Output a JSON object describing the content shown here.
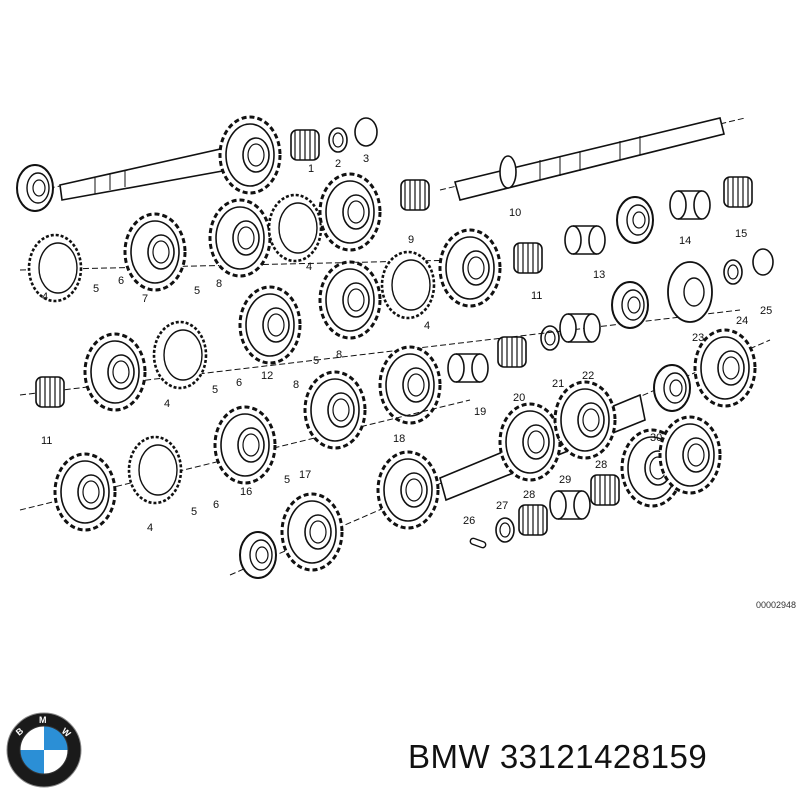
{
  "diagram": {
    "drawing_id": "00002948",
    "callouts": [
      {
        "id": "c1",
        "label": "1"
      },
      {
        "id": "c2",
        "label": "2"
      },
      {
        "id": "c3",
        "label": "3"
      },
      {
        "id": "c4a",
        "label": "4"
      },
      {
        "id": "c5a",
        "label": "5"
      },
      {
        "id": "c6a",
        "label": "6"
      },
      {
        "id": "c7",
        "label": "7"
      },
      {
        "id": "c8a",
        "label": "8"
      },
      {
        "id": "c5b",
        "label": "5"
      },
      {
        "id": "c4b",
        "label": "4"
      },
      {
        "id": "c9",
        "label": "9"
      },
      {
        "id": "c10",
        "label": "10"
      },
      {
        "id": "c11a",
        "label": "11"
      },
      {
        "id": "c13",
        "label": "13"
      },
      {
        "id": "c14",
        "label": "14"
      },
      {
        "id": "c15",
        "label": "15"
      },
      {
        "id": "c8b",
        "label": "8"
      },
      {
        "id": "c4c",
        "label": "4"
      },
      {
        "id": "c23",
        "label": "23"
      },
      {
        "id": "c24",
        "label": "24"
      },
      {
        "id": "c25",
        "label": "25"
      },
      {
        "id": "c11b",
        "label": "11"
      },
      {
        "id": "c4d",
        "label": "4"
      },
      {
        "id": "c5c",
        "label": "5"
      },
      {
        "id": "c6b",
        "label": "6"
      },
      {
        "id": "c12",
        "label": "12"
      },
      {
        "id": "c5d",
        "label": "5"
      },
      {
        "id": "c8c",
        "label": "8"
      },
      {
        "id": "c19",
        "label": "19"
      },
      {
        "id": "c20",
        "label": "20"
      },
      {
        "id": "c21",
        "label": "21"
      },
      {
        "id": "c22",
        "label": "22"
      },
      {
        "id": "c18",
        "label": "18"
      },
      {
        "id": "c16",
        "label": "16"
      },
      {
        "id": "c5e",
        "label": "5"
      },
      {
        "id": "c17",
        "label": "17"
      },
      {
        "id": "c4e",
        "label": "4"
      },
      {
        "id": "c5f",
        "label": "5"
      },
      {
        "id": "c6c",
        "label": "6"
      },
      {
        "id": "c30",
        "label": "30"
      },
      {
        "id": "c28a",
        "label": "28"
      },
      {
        "id": "c29",
        "label": "29"
      },
      {
        "id": "c28b",
        "label": "28"
      },
      {
        "id": "c27",
        "label": "27"
      },
      {
        "id": "c26",
        "label": "26"
      }
    ]
  },
  "brand": {
    "logo_letters": "BMW",
    "colors": {
      "blue": "#2b8fd6",
      "ring": "#111111",
      "white": "#ffffff"
    }
  },
  "caption": {
    "text": "BMW 33121428159"
  }
}
